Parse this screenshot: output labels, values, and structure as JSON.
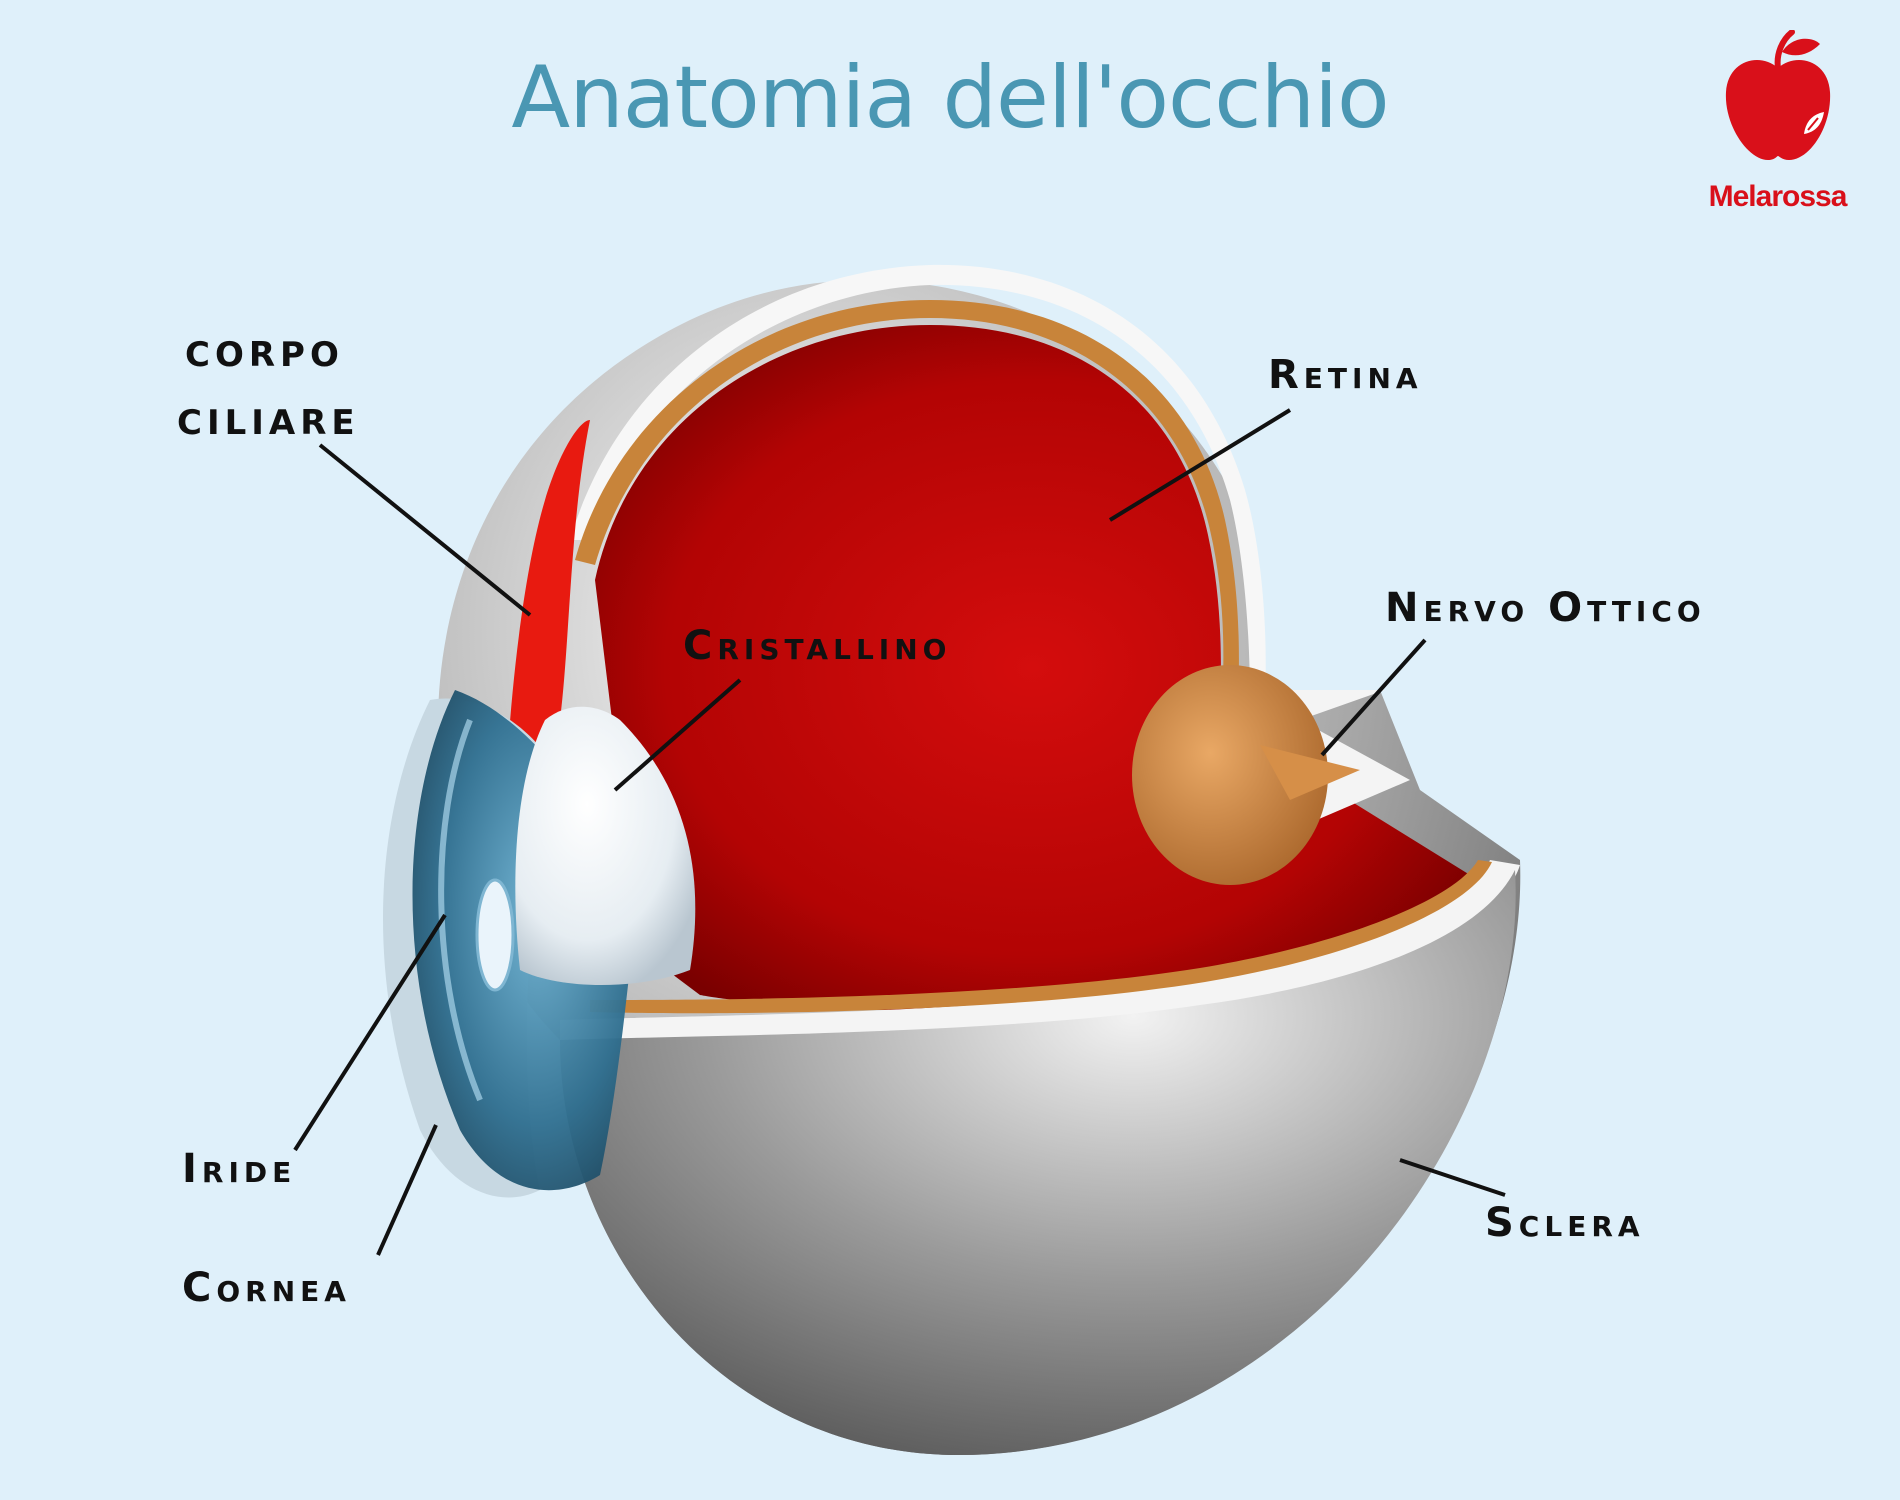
{
  "title": "Anatomia dell'occhio",
  "brand": {
    "name": "Melarossa",
    "color": "#d9101a",
    "icon": "apple-icon"
  },
  "labels": {
    "corpo": "corpo",
    "ciliare": "ciliare",
    "retina": "Retina",
    "nervo_ottico": "Nervo Ottico",
    "cristallino": "Cristallino",
    "iride": "Iride",
    "cornea": "Cornea",
    "sclera": "Sclera"
  },
  "colors": {
    "background": "#dff0fa",
    "title": "#4a97b3",
    "sclera": "#8f8f8f",
    "vitreous": "#b00000",
    "retina": "#c8843a",
    "cornea": "#2e6f8e",
    "lens": "#eef3f7"
  }
}
